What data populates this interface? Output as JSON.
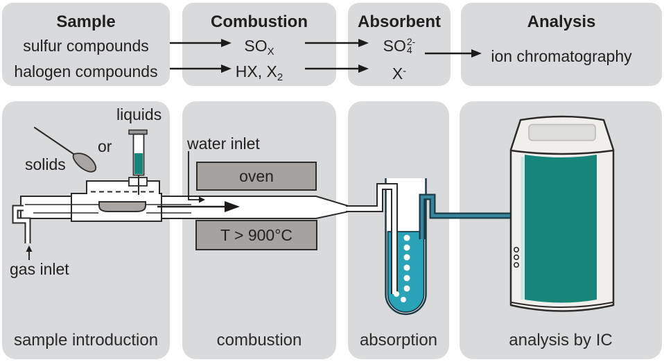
{
  "top_flow": {
    "sample": {
      "header": "Sample",
      "row1": "sulfur compounds",
      "row2": "halogen compounds"
    },
    "combustion": {
      "header": "Combustion",
      "row1_base": "SO",
      "row1_sub": "X",
      "row2_base": "HX, X",
      "row2_sub": "2"
    },
    "absorbent": {
      "header": "Absorbent",
      "row1_base": "SO",
      "row1_sup": "2-",
      "row1_sub": "4",
      "row2_base": "X",
      "row2_sup": "-"
    },
    "analysis": {
      "header": "Analysis",
      "row1": "ion chromatography"
    }
  },
  "apparatus": {
    "labels": {
      "liquids": "liquids",
      "or": "or",
      "solids": "solids",
      "gas_inlet": "gas inlet",
      "water_inlet": "water inlet",
      "oven": "oven",
      "temperature": "T > 900°C"
    },
    "captions": {
      "sample_introduction": "sample introduction",
      "combustion": "combustion",
      "absorption": "absorption",
      "analysis": "analysis by IC"
    }
  },
  "colors": {
    "panel_gray": "#d9dadb",
    "metal_gray": "#a6a29d",
    "teal_green": "#17857a",
    "cyan_liquid": "#2aa2b8",
    "tube_navy": "#1c3a46",
    "tube_teal_core": "#38869c",
    "casing_white": "#f1efeb",
    "outline_dark": "#2b2a28"
  }
}
